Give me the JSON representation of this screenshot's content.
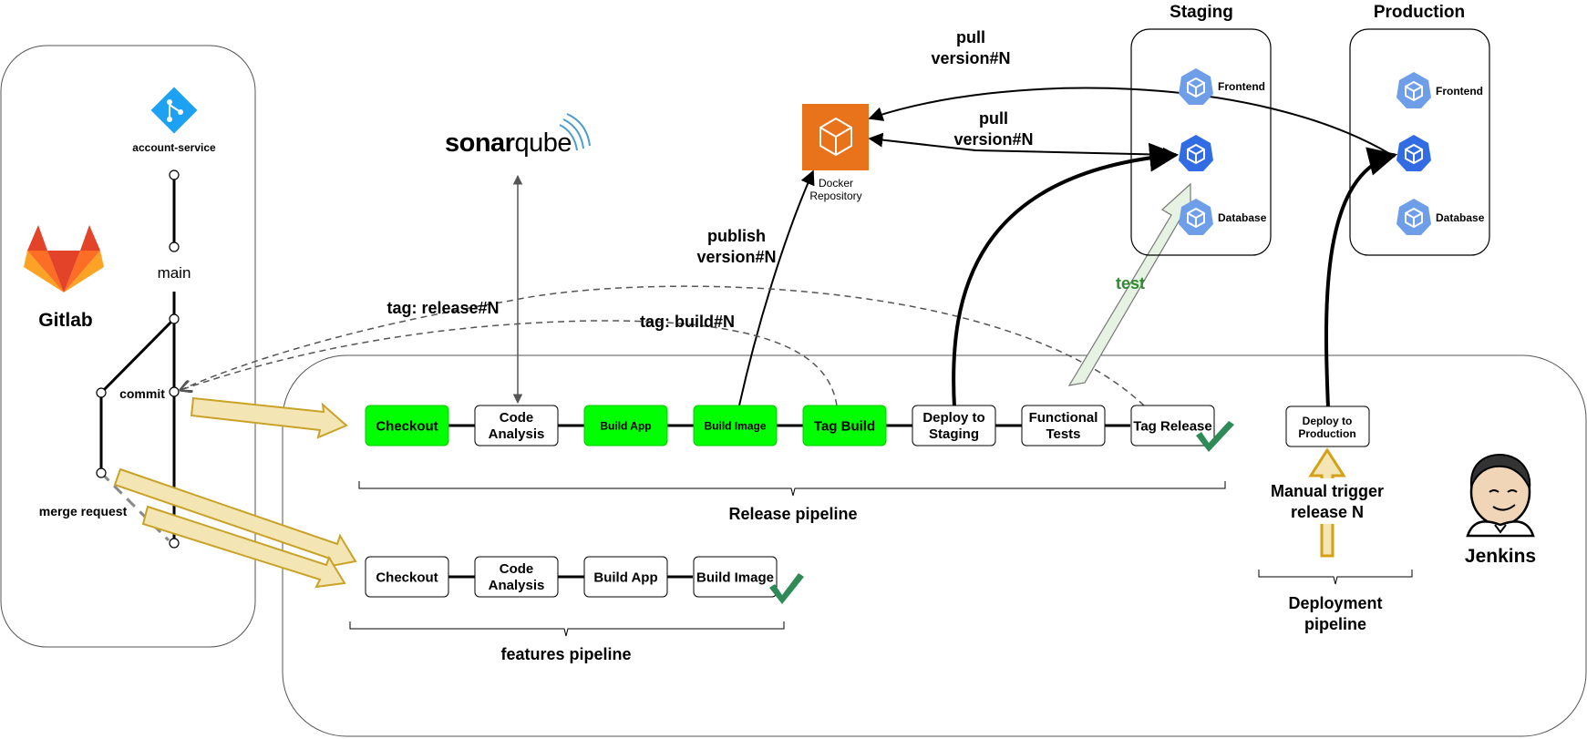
{
  "gitlab": {
    "title": "Gitlab",
    "repo": "account-service",
    "branch_main": "main",
    "commit": "commit",
    "merge_request": "merge request"
  },
  "sonarqube": {
    "name_a": "sonar",
    "name_b": "qube"
  },
  "docker": {
    "line1": "Docker",
    "line2": "Repository"
  },
  "labels": {
    "publish_1": "publish",
    "publish_2": "version#N",
    "pull_top_1": "pull",
    "pull_top_2": "version#N",
    "pull_mid_1": "pull",
    "pull_mid_2": "version#N",
    "tag_release": "tag: release#N",
    "tag_build": "tag: build#N",
    "test": "test"
  },
  "release_pipeline": {
    "title": "Release pipeline",
    "stages": [
      {
        "l1": "Checkout",
        "l2": ""
      },
      {
        "l1": "Code",
        "l2": "Analysis"
      },
      {
        "l1": "Build App",
        "l2": ""
      },
      {
        "l1": "Build Image",
        "l2": ""
      },
      {
        "l1": "Tag Build",
        "l2": ""
      },
      {
        "l1": "Deploy to",
        "l2": "Staging"
      },
      {
        "l1": "Functional",
        "l2": "Tests"
      },
      {
        "l1": "Tag Release",
        "l2": ""
      }
    ]
  },
  "features_pipeline": {
    "title": "features pipeline",
    "stages": [
      {
        "l1": "Checkout",
        "l2": ""
      },
      {
        "l1": "Code",
        "l2": "Analysis"
      },
      {
        "l1": "Build App",
        "l2": ""
      },
      {
        "l1": "Build Image",
        "l2": ""
      }
    ]
  },
  "deployment_pipeline": {
    "title_1": "Deployment",
    "title_2": "pipeline",
    "stage_l1": "Deploy to",
    "stage_l2": "Production",
    "trigger_1": "Manual trigger",
    "trigger_2": "release N"
  },
  "staging": {
    "title": "Staging",
    "frontend": "Frontend",
    "database": "Database"
  },
  "production": {
    "title": "Production",
    "frontend": "Frontend",
    "database": "Database"
  },
  "jenkins": {
    "title": "Jenkins"
  },
  "colors": {
    "stage_active": "#00ff00",
    "yellow_arrow": "#f3e6b4",
    "k8s_blue": "#326ce5",
    "green_text": "#2e8b2e"
  }
}
